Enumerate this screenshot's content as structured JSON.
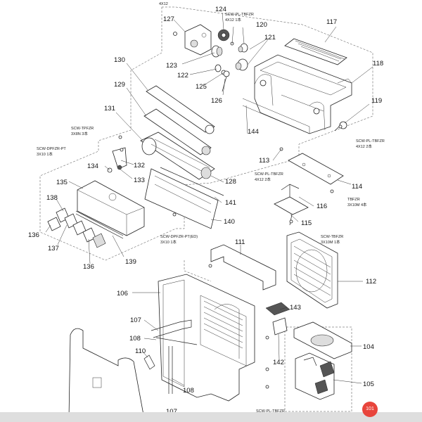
{
  "parts": {
    "p101": "101",
    "p104": "104",
    "p105": "105",
    "p106": "106",
    "p107": "107",
    "p108a": "108",
    "p108b": "108",
    "p110": "110",
    "p111": "111",
    "p112": "112",
    "p113": "113",
    "p114": "114",
    "p115": "115",
    "p116": "116",
    "p117": "117",
    "p118": "118",
    "p119": "119",
    "p120": "120",
    "p121": "121",
    "p122": "122",
    "p123": "123",
    "p124": "124",
    "p125": "125",
    "p126": "126",
    "p127": "127",
    "p128": "128",
    "p129": "129",
    "p130": "130",
    "p131": "131",
    "p132": "132",
    "p133": "133",
    "p134": "134",
    "p135": "135",
    "p136a": "136",
    "p136b": "136",
    "p137": "137",
    "p138": "138",
    "p139": "139",
    "p140": "140",
    "p141": "141",
    "p142": "142",
    "p143": "143",
    "p144": "144"
  },
  "screws": {
    "s_top": "4X12",
    "s124_a": "SCW-PL-TBFZR",
    "s124_b": "4X12 1本",
    "s119_a": "SCW-PL-TBFZR",
    "s119_b": "4X12 2本",
    "s131_a": "SCW-TPFZR",
    "s131_b": "3X8N 3本",
    "s134_a": "SCW-DPFZR-PT",
    "s134_b": "3X10 1本",
    "s113_a": "SCW-PL-TBFZR",
    "s113_b": "4X12 2本",
    "s114_a": "TBFZR",
    "s114_b": "3X10M 4本",
    "s115_a": "SCW-TBFZR",
    "s115_b": "3X10M 1本",
    "s140_a": "SCW-DPFZR-PT(ED)",
    "s140_b": "3X10 1本",
    "s_bottom": "SCW-PL-TBFZR"
  },
  "badge": {
    "text": "101",
    "color": "#e8453c"
  }
}
